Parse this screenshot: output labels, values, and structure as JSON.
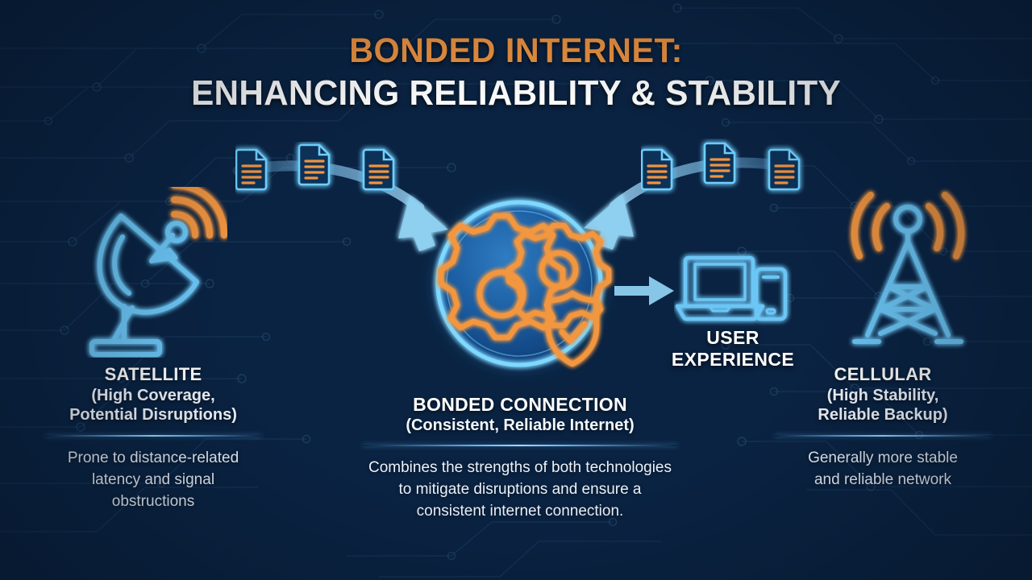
{
  "title": {
    "line1": "BONDED INTERNET:",
    "line2": "ENHANCING RELIABILITY & STABILITY",
    "accent_color": "#f09440",
    "text_color": "#ffffff"
  },
  "theme": {
    "background_dark": "#081c36",
    "background_mid": "#0a2342",
    "background_light": "#1a5494",
    "cyan": "#7fd8ff",
    "icon_blue": "#6cc6f5",
    "orange": "#f09440",
    "arrow_blue": "#8fd0f0"
  },
  "nodes": {
    "satellite": {
      "icon": "satellite-dish-icon",
      "title": "SATELLITE",
      "subtitle_line1": "(High Coverage,",
      "subtitle_line2": "Potential Disruptions)",
      "body_line1": "Prone to distance-related",
      "body_line2": "latency and signal",
      "body_line3": "obstructions"
    },
    "hub": {
      "icon": "gears-shield-icon",
      "title": "BONDED CONNECTION",
      "subtitle_line1": "(Consistent, Reliable Internet)",
      "body_line1": "Combines the strengths of both technologies",
      "body_line2": "to mitigate disruptions and ensure a",
      "body_line3": "consistent internet connection."
    },
    "cellular": {
      "icon": "cell-tower-icon",
      "title": "CELLULAR",
      "subtitle_line1": "(High Stability,",
      "subtitle_line2": "Reliable Backup)",
      "body_line1": "Generally more stable",
      "body_line2": "and reliable network"
    },
    "user_experience": {
      "icon": "laptop-phone-icon",
      "label_line1": "USER",
      "label_line2": "EXPERIENCE"
    }
  },
  "flows": {
    "left_packets": {
      "icon": "document-packet-icon",
      "count": 3,
      "direction": "satellite-to-hub"
    },
    "right_packets": {
      "icon": "document-packet-icon",
      "count": 3,
      "direction": "cellular-to-hub"
    },
    "output_arrow": {
      "icon": "arrow-right-icon",
      "direction": "hub-to-user-experience"
    }
  }
}
